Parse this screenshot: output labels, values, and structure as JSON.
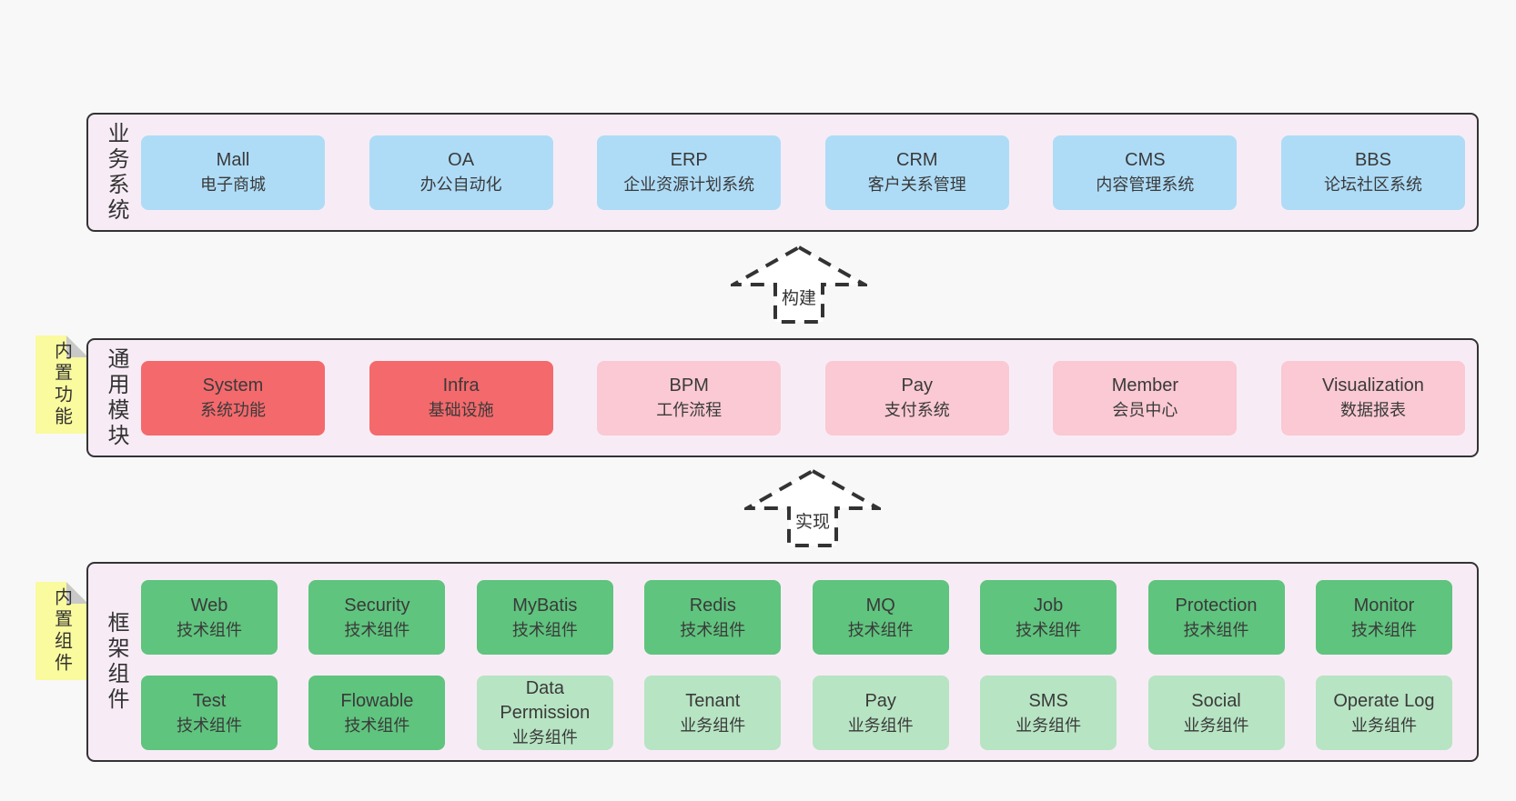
{
  "colors": {
    "page_bg": "#f8f8f8",
    "panel_bg": "#f7ecf5",
    "panel_border": "#333333",
    "blue": "#aedcf7",
    "red": "#f4696c",
    "pink": "#fac9d3",
    "green": "#5fc47e",
    "light_green": "#b7e4c3",
    "note_yellow": "#fafa9e",
    "note_fold_gray": "#c9c9c9",
    "text": "#3a3a3a"
  },
  "sections": [
    {
      "id": "business",
      "label": "业务系统",
      "note": null,
      "rows": [
        [
          {
            "name": "Mall",
            "subtitle": "电子商城",
            "variant": "blue"
          },
          {
            "name": "OA",
            "subtitle": "办公自动化",
            "variant": "blue"
          },
          {
            "name": "ERP",
            "subtitle": "企业资源计划系统",
            "variant": "blue"
          },
          {
            "name": "CRM",
            "subtitle": "客户关系管理",
            "variant": "blue"
          },
          {
            "name": "CMS",
            "subtitle": "内容管理系统",
            "variant": "blue"
          },
          {
            "name": "BBS",
            "subtitle": "论坛社区系统",
            "variant": "blue"
          }
        ]
      ]
    },
    {
      "id": "modules",
      "label": "通用模块",
      "note": "内置功能",
      "rows": [
        [
          {
            "name": "System",
            "subtitle": "系统功能",
            "variant": "red"
          },
          {
            "name": "Infra",
            "subtitle": "基础设施",
            "variant": "red"
          },
          {
            "name": "BPM",
            "subtitle": "工作流程",
            "variant": "pink"
          },
          {
            "name": "Pay",
            "subtitle": "支付系统",
            "variant": "pink"
          },
          {
            "name": "Member",
            "subtitle": "会员中心",
            "variant": "pink"
          },
          {
            "name": "Visualization",
            "subtitle": "数据报表",
            "variant": "pink"
          }
        ]
      ]
    },
    {
      "id": "framework",
      "label": "框架组件",
      "note": "内置组件",
      "rows": [
        [
          {
            "name": "Web",
            "subtitle": "技术组件",
            "variant": "green"
          },
          {
            "name": "Security",
            "subtitle": "技术组件",
            "variant": "green"
          },
          {
            "name": "MyBatis",
            "subtitle": "技术组件",
            "variant": "green"
          },
          {
            "name": "Redis",
            "subtitle": "技术组件",
            "variant": "green"
          },
          {
            "name": "MQ",
            "subtitle": "技术组件",
            "variant": "green"
          },
          {
            "name": "Job",
            "subtitle": "技术组件",
            "variant": "green"
          },
          {
            "name": "Protection",
            "subtitle": "技术组件",
            "variant": "green"
          },
          {
            "name": "Monitor",
            "subtitle": "技术组件",
            "variant": "green"
          }
        ],
        [
          {
            "name": "Test",
            "subtitle": "技术组件",
            "variant": "green"
          },
          {
            "name": "Flowable",
            "subtitle": "技术组件",
            "variant": "green"
          },
          {
            "name": "Data Permission",
            "subtitle": "业务组件",
            "variant": "lightgreen"
          },
          {
            "name": "Tenant",
            "subtitle": "业务组件",
            "variant": "lightgreen"
          },
          {
            "name": "Pay",
            "subtitle": "业务组件",
            "variant": "lightgreen"
          },
          {
            "name": "SMS",
            "subtitle": "业务组件",
            "variant": "lightgreen"
          },
          {
            "name": "Social",
            "subtitle": "业务组件",
            "variant": "lightgreen"
          },
          {
            "name": "Operate Log",
            "subtitle": "业务组件",
            "variant": "lightgreen"
          }
        ]
      ]
    }
  ],
  "arrows": [
    {
      "id": "build",
      "label": "构建"
    },
    {
      "id": "implement",
      "label": "实现"
    }
  ]
}
